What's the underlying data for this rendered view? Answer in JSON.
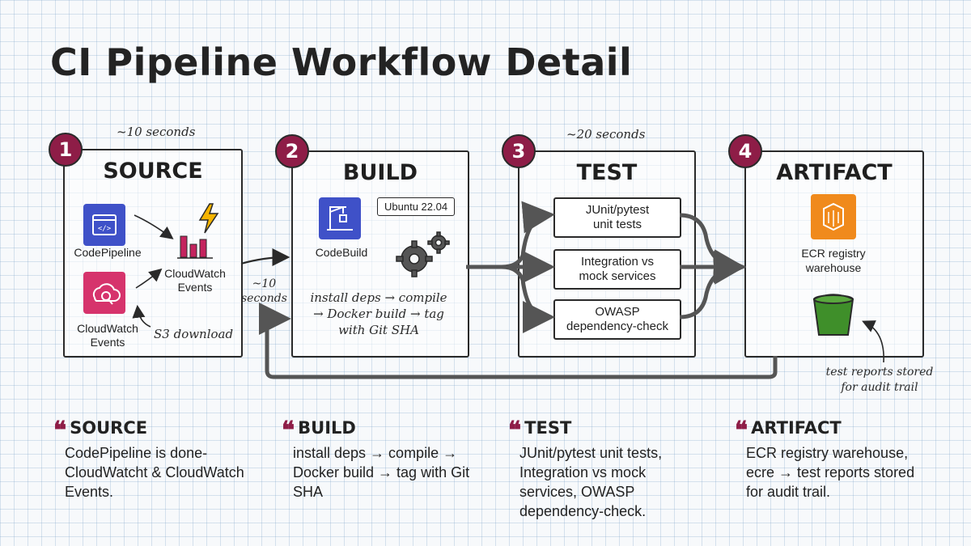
{
  "title": "CI Pipeline Workflow Detail",
  "stages": [
    {
      "number": "1",
      "title": "SOURCE",
      "time_note": "~10 seconds"
    },
    {
      "number": "2",
      "title": "BUILD"
    },
    {
      "number": "3",
      "title": "TEST",
      "time_note": "~20 seconds"
    },
    {
      "number": "4",
      "title": "ARTIFACT"
    }
  ],
  "source": {
    "codepipeline_label": "CodePipeline",
    "cloudwatch_events_label": "CloudWatch\nEvents",
    "cloudwatch_events_label2": "CloudWatch\nEvents",
    "s3_note": "S3 download"
  },
  "connector_note": "~10\nseconds",
  "build": {
    "codebuild_label": "CodeBuild",
    "os_badge": "Ubuntu 22.04",
    "steps_note": "install deps → compile\n→ Docker build → tag\nwith Git SHA"
  },
  "test": {
    "boxes": [
      "JUnit/pytest\nunit tests",
      "Integration vs\nmock services",
      "OWASP\ndependency-check"
    ]
  },
  "artifact": {
    "ecr_label": "ECR registry\nwarehouse",
    "reports_note": "test reports stored\nfor audit trail"
  },
  "summaries": [
    {
      "heading": "SOURCE",
      "body": "CodePipeline is done-CloudWatcht & CloudWatch Events."
    },
    {
      "heading": "BUILD",
      "body": "install deps → compile → Docker build → tag with Git SHA"
    },
    {
      "heading": "TEST",
      "body": "JUnit/pytest unit tests, Integration vs mock services, OWASP dependency-check."
    },
    {
      "heading": "ARTIFACT",
      "body": "ECR registry warehouse, ecre → test reports stored for audit trail."
    }
  ],
  "colors": {
    "accent": "#8e1d47",
    "codepipeline": "#3f51c8",
    "cloudwatch": "#d6336c",
    "codebuild": "#3f51c8",
    "ecr": "#f08a1c",
    "bucket": "#3f8f2a",
    "lightning": "#f5b400"
  },
  "icons": [
    "codepipeline-icon",
    "cloudwatch-icon",
    "lightning-icon",
    "bar-chart-icon",
    "codebuild-icon",
    "gears-icon",
    "ecr-icon",
    "s3-bucket-icon"
  ]
}
